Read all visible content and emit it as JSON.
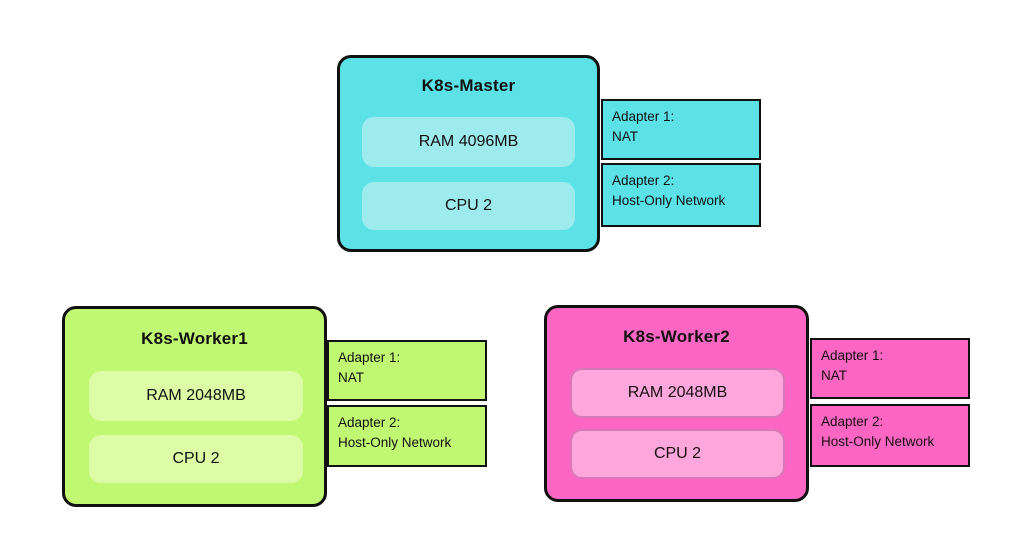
{
  "diagram": {
    "description": "Kubernetes cluster VM topology",
    "nodes": [
      {
        "title": "K8s-Master",
        "specs": {
          "ram": "RAM 4096MB",
          "cpu": "CPU 2"
        },
        "adapters": [
          {
            "line1": "Adapter 1:",
            "line2": "NAT"
          },
          {
            "line1": "Adapter 2:",
            "line2": "Host-Only Network"
          }
        ],
        "colors": {
          "fill": "#5CE1E6",
          "spec_fill": "#9EEBEE",
          "spec_border": "transparent",
          "outline": "#111111"
        }
      },
      {
        "title": "K8s-Worker1",
        "specs": {
          "ram": "RAM 2048MB",
          "cpu": "CPU 2"
        },
        "adapters": [
          {
            "line1": "Adapter 1:",
            "line2": "NAT"
          },
          {
            "line1": "Adapter 2:",
            "line2": "Host-Only Network"
          }
        ],
        "colors": {
          "fill": "#C1F873",
          "spec_fill": "#DCFCA6",
          "spec_border": "transparent",
          "outline": "#111111"
        }
      },
      {
        "title": "K8s-Worker2",
        "specs": {
          "ram": "RAM 2048MB",
          "cpu": "CPU 2"
        },
        "adapters": [
          {
            "line1": "Adapter 1:",
            "line2": "NAT"
          },
          {
            "line1": "Adapter 2:",
            "line2": "Host-Only Network"
          }
        ],
        "colors": {
          "fill": "#FF66C4",
          "spec_fill": "#FFA6DC",
          "spec_border": "#D678B8",
          "outline": "#111111"
        }
      }
    ]
  }
}
